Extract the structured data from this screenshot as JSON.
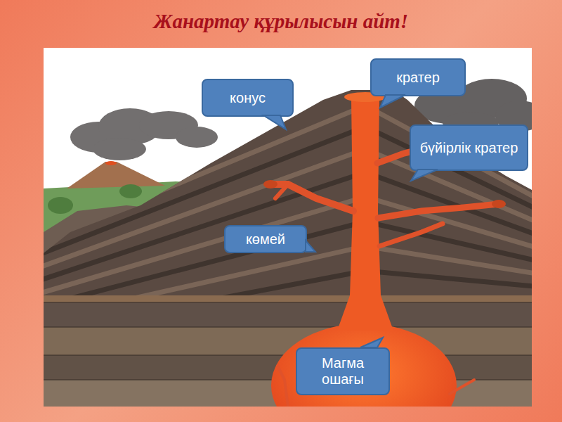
{
  "diagram": {
    "title": "Жанартау құрылысын айт!",
    "nodes": [
      {
        "text": [
          "кратер"
        ]
      },
      {
        "text": [
          "конус"
        ]
      },
      {
        "text": [
          "бүйірлік кратер"
        ]
      },
      {
        "text": [
          "көмей"
        ]
      },
      {
        "text": [
          "Магма ошағы"
        ]
      }
    ]
  }
}
